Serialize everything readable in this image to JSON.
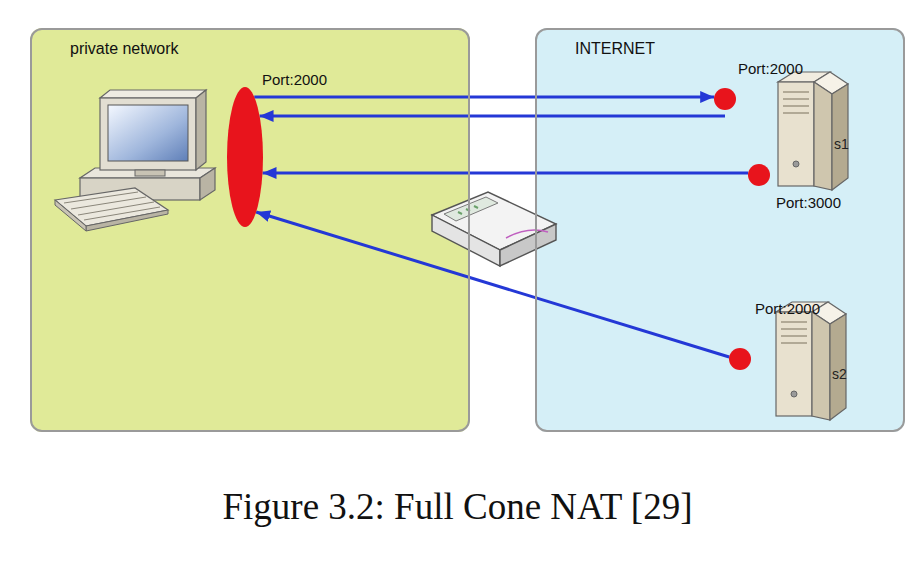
{
  "diagram": {
    "caption": "Figure 3.2: Full Cone NAT [29]",
    "nodes": [
      {
        "text": [
          "private network"
        ]
      },
      {
        "text": [
          "INTERNET"
        ]
      },
      {
        "text": [
          "Port:2000"
        ],
        "in": 0
      },
      {
        "text": [
          "s1"
        ],
        "in": 1
      },
      {
        "text": [
          "Port:2000"
        ],
        "in": 1
      },
      {
        "text": [
          "Port:3000"
        ],
        "in": 1
      },
      {
        "text": [
          "s2"
        ],
        "in": 1
      },
      {
        "text": [
          "Port:2000"
        ],
        "in": 1
      }
    ],
    "edges": [
      {
        "from": 2,
        "to": 4,
        "arrow": "to"
      },
      {
        "from": 4,
        "to": 2,
        "arrow": "to"
      },
      {
        "from": 5,
        "to": 2,
        "arrow": "to"
      },
      {
        "from": 7,
        "to": 2,
        "arrow": "to"
      }
    ]
  }
}
